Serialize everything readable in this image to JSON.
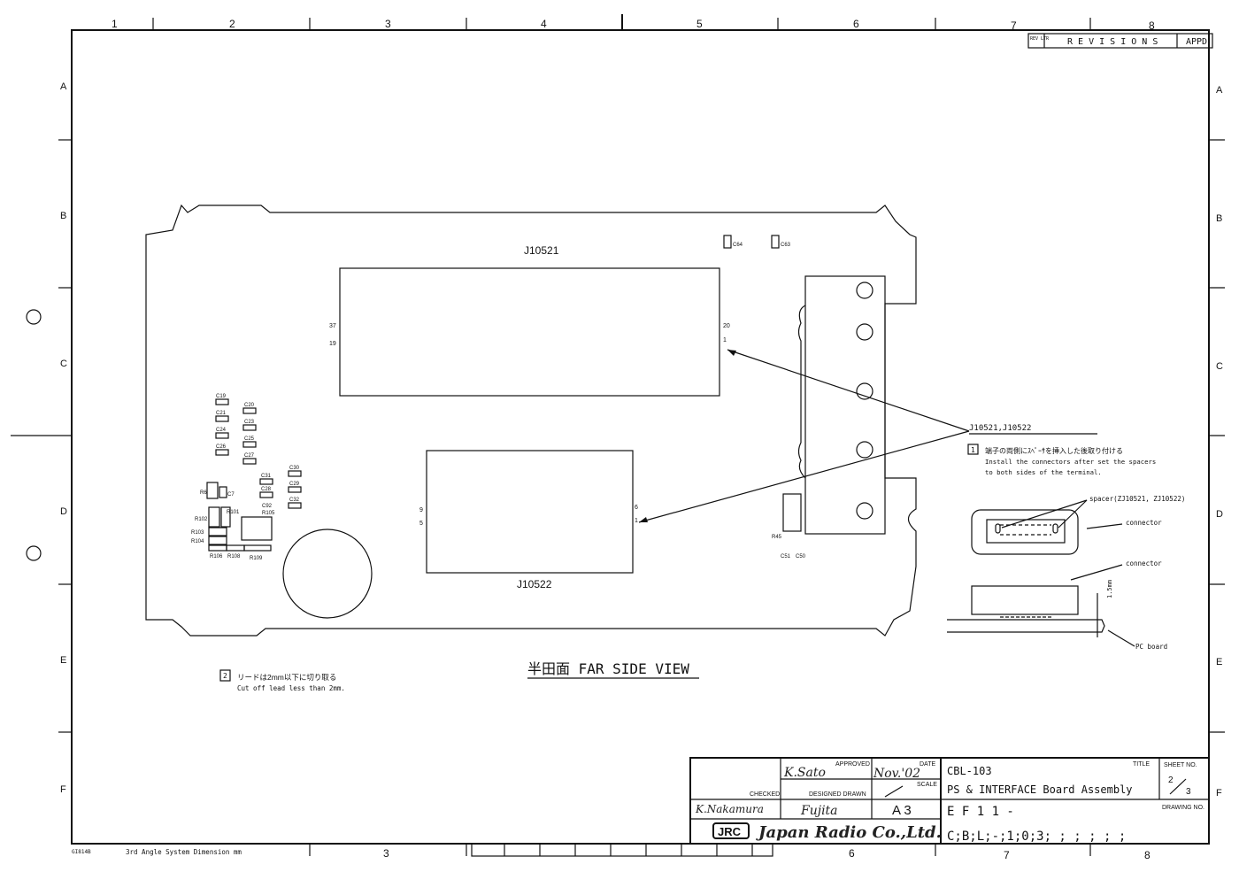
{
  "grid": {
    "columns": [
      "1",
      "2",
      "3",
      "4",
      "5",
      "6",
      "7",
      "8"
    ],
    "rows": [
      "A",
      "B",
      "C",
      "D",
      "E",
      "F"
    ]
  },
  "revisions": {
    "rev_ltr": "REV LTR",
    "title": "R E V I S I O N S",
    "appd": "APPD"
  },
  "board": {
    "j1_label": "J10521",
    "j1_pins": [
      "37",
      "19",
      "20",
      "1"
    ],
    "j2_label": "J10522",
    "j2_pins": [
      "9",
      "5",
      "6",
      "1"
    ],
    "components": [
      "C19",
      "C21",
      "C24",
      "C26",
      "C20",
      "C23",
      "C25",
      "C27",
      "C31",
      "C28",
      "C30",
      "C29",
      "C32",
      "C92",
      "R105",
      "R6",
      "C7",
      "R102",
      "R101",
      "R103",
      "R104",
      "R106",
      "R108",
      "R109",
      "C64",
      "C63",
      "R45",
      "C51",
      "C50"
    ],
    "view_title": "半田面  FAR SIDE VIEW"
  },
  "note1": {
    "ref": "J10521,J10522",
    "num": "1",
    "jp": "端子の両側にｽﾍﾟｰｻを挿入した後取り付ける",
    "en1": "Install the connectors after set the spacers",
    "en2": "to both sides of the terminal.",
    "spacer": "spacer(ZJ10521, ZJ10522)",
    "connector_top": "connector",
    "connector_side": "connector",
    "dim": "1.5mm",
    "pc_board": "PC board"
  },
  "note2": {
    "num": "2",
    "jp": "リードは2mm以下に切り取る",
    "en": "Cut off lead less than 2mm."
  },
  "footer": {
    "code": "GI814B",
    "system": "3rd Angle System  Dimension mm"
  },
  "title_block": {
    "approved": "APPROVED",
    "date_label": "DATE",
    "date": "Nov.'02",
    "scale": "SCALE",
    "checked": "CHECKED",
    "designed_drawn": "DESIGNED DRAWN",
    "size": "A 3",
    "title_label": "TITLE",
    "title1": "CBL-103",
    "title2": "PS & INTERFACE Board Assembly",
    "sheet_label": "SHEET NO.",
    "sheet": "2",
    "sheet_total": "3",
    "drawing_label": "DRAWING NO.",
    "drawing_no": "E F 1 1 -",
    "code": "C;B;L;-;1;0;3;  ;  ;  ;  ;  ;",
    "company_logo": "JRC",
    "company": "Japan Radio Co.,Ltd.",
    "sig_checked": "K.Nakamura",
    "sig_approved": "K.Sato",
    "sig_drawn": "Fujita"
  }
}
